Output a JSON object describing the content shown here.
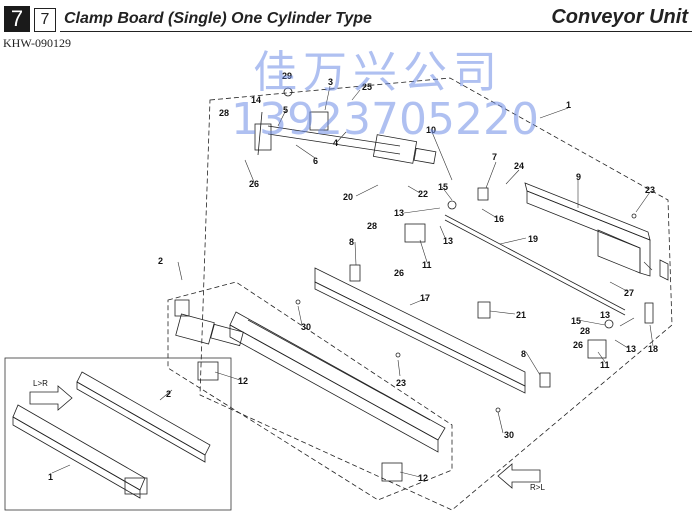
{
  "header": {
    "page_number_dark": "7",
    "page_number_light": "7",
    "code": "KHW-090129",
    "title": "Clamp Board (Single) One Cylinder Type",
    "section": "Conveyor Unit"
  },
  "watermark": {
    "line1": "佳万兴公司",
    "line2": "13923705220"
  },
  "parts": {
    "p1a": "1",
    "p1b": "1",
    "p2a": "2",
    "p2b": "2",
    "p3": "3",
    "p4": "4",
    "p5": "5",
    "p6": "6",
    "p7": "7",
    "p8a": "8",
    "p8b": "8",
    "p9": "9",
    "p10": "10",
    "p11a": "11",
    "p11b": "11",
    "p12a": "12",
    "p12b": "12",
    "p13a": "13",
    "p13b": "13",
    "p13c": "13",
    "p13d": "13",
    "p14": "14",
    "p15a": "15",
    "p15b": "15",
    "p16": "16",
    "p17": "17",
    "p18": "18",
    "p19": "19",
    "p20": "20",
    "p21": "21",
    "p22": "22",
    "p23a": "23",
    "p23b": "23",
    "p24": "24",
    "p25": "25",
    "p26a": "26",
    "p26b": "26",
    "p26c": "26",
    "p27": "27",
    "p28a": "28",
    "p28b": "28",
    "p28c": "28",
    "p29": "29",
    "p30a": "30",
    "p30b": "30"
  },
  "directions": {
    "left_to_right": "L>R",
    "right_to_left": "R>L"
  }
}
